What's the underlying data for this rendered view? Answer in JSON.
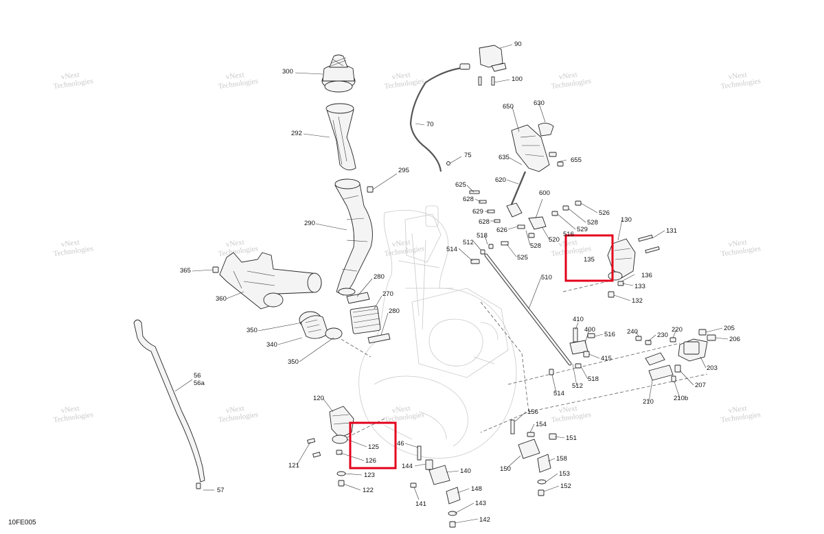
{
  "diagram": {
    "code": "10FE005",
    "watermark": {
      "line1": "vNext",
      "line2": "Technologies"
    },
    "callouts": [
      {
        "id": "c300",
        "text": "300"
      },
      {
        "id": "c292",
        "text": "292"
      },
      {
        "id": "c290",
        "text": "290"
      },
      {
        "id": "c295",
        "text": "295"
      },
      {
        "id": "c365",
        "text": "365"
      },
      {
        "id": "c360",
        "text": "360"
      },
      {
        "id": "c350a",
        "text": "350"
      },
      {
        "id": "c340",
        "text": "340"
      },
      {
        "id": "c350b",
        "text": "350"
      },
      {
        "id": "c280a",
        "text": "280"
      },
      {
        "id": "c270",
        "text": "270"
      },
      {
        "id": "c280b",
        "text": "280"
      },
      {
        "id": "c56",
        "text": "56"
      },
      {
        "id": "c56a",
        "text": "56a"
      },
      {
        "id": "c57",
        "text": "57"
      },
      {
        "id": "c90",
        "text": "90"
      },
      {
        "id": "c100",
        "text": "100"
      },
      {
        "id": "c70",
        "text": "70"
      },
      {
        "id": "c75",
        "text": "75"
      },
      {
        "id": "c650",
        "text": "650"
      },
      {
        "id": "c630",
        "text": "630"
      },
      {
        "id": "c655",
        "text": "655"
      },
      {
        "id": "c635",
        "text": "635"
      },
      {
        "id": "c620",
        "text": "620"
      },
      {
        "id": "c625",
        "text": "625"
      },
      {
        "id": "c628a",
        "text": "628"
      },
      {
        "id": "c629",
        "text": "629"
      },
      {
        "id": "c628b",
        "text": "628"
      },
      {
        "id": "c626",
        "text": "626"
      },
      {
        "id": "c600",
        "text": "600"
      },
      {
        "id": "c526",
        "text": "526"
      },
      {
        "id": "c528a",
        "text": "528"
      },
      {
        "id": "c529",
        "text": "529"
      },
      {
        "id": "c520",
        "text": "520"
      },
      {
        "id": "c516a",
        "text": "516"
      },
      {
        "id": "c528b",
        "text": "528"
      },
      {
        "id": "c525",
        "text": "525"
      },
      {
        "id": "c518a",
        "text": "518"
      },
      {
        "id": "c512a",
        "text": "512"
      },
      {
        "id": "c514a",
        "text": "514"
      },
      {
        "id": "c510",
        "text": "510"
      },
      {
        "id": "c130",
        "text": "130"
      },
      {
        "id": "c131",
        "text": "131"
      },
      {
        "id": "c135",
        "text": "135"
      },
      {
        "id": "c136",
        "text": "136"
      },
      {
        "id": "c133",
        "text": "133"
      },
      {
        "id": "c132",
        "text": "132"
      },
      {
        "id": "c410",
        "text": "410"
      },
      {
        "id": "c400",
        "text": "400"
      },
      {
        "id": "c516b",
        "text": "516"
      },
      {
        "id": "c415",
        "text": "415"
      },
      {
        "id": "c518b",
        "text": "518"
      },
      {
        "id": "c512b",
        "text": "512"
      },
      {
        "id": "c514b",
        "text": "514"
      },
      {
        "id": "c240",
        "text": "240"
      },
      {
        "id": "c230",
        "text": "230"
      },
      {
        "id": "c220",
        "text": "220"
      },
      {
        "id": "c205",
        "text": "205"
      },
      {
        "id": "c206",
        "text": "206"
      },
      {
        "id": "c203",
        "text": "203"
      },
      {
        "id": "c207",
        "text": "207"
      },
      {
        "id": "c210",
        "text": "210"
      },
      {
        "id": "c210b",
        "text": "210b"
      },
      {
        "id": "c120",
        "text": "120"
      },
      {
        "id": "c125",
        "text": "125"
      },
      {
        "id": "c126",
        "text": "126"
      },
      {
        "id": "c121",
        "text": "121"
      },
      {
        "id": "c123",
        "text": "123"
      },
      {
        "id": "c122",
        "text": "122"
      },
      {
        "id": "c46",
        "text": "46"
      },
      {
        "id": "c144",
        "text": "144"
      },
      {
        "id": "c140",
        "text": "140"
      },
      {
        "id": "c141",
        "text": "141"
      },
      {
        "id": "c148",
        "text": "148"
      },
      {
        "id": "c143",
        "text": "143"
      },
      {
        "id": "c142",
        "text": "142"
      },
      {
        "id": "c156",
        "text": "156"
      },
      {
        "id": "c154",
        "text": "154"
      },
      {
        "id": "c151",
        "text": "151"
      },
      {
        "id": "c150",
        "text": "150"
      },
      {
        "id": "c158",
        "text": "158"
      },
      {
        "id": "c153",
        "text": "153"
      },
      {
        "id": "c152",
        "text": "152"
      }
    ],
    "highlight_color": "#e3001b"
  }
}
